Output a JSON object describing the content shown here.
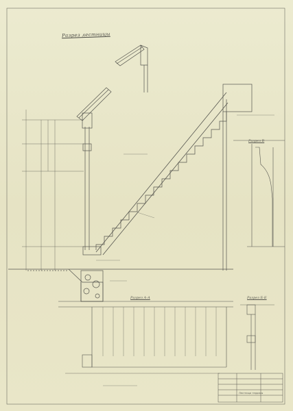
{
  "drawing": {
    "title": "Разрез лестницы",
    "section_aa": "Разрез А-А",
    "section_bb": "Разрез Б-Б",
    "section_v": "Разрез В",
    "ink_color": "#4e4e48",
    "paper_color": "#e9e6c9",
    "stamp_lines": [
      "Лестница террасы"
    ]
  }
}
